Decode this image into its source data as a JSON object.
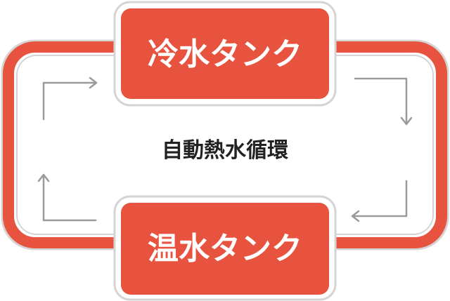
{
  "diagram": {
    "top_tank": {
      "label": "冷水タンク"
    },
    "bottom_tank": {
      "label": "温水タンク"
    },
    "center": {
      "label": "自動熱水循環"
    }
  },
  "colors": {
    "accent": "#e8533f",
    "outline": "#d6d6d6",
    "arrow": "#9a9a9a",
    "text_dark": "#222222",
    "text_light": "#ffffff"
  }
}
